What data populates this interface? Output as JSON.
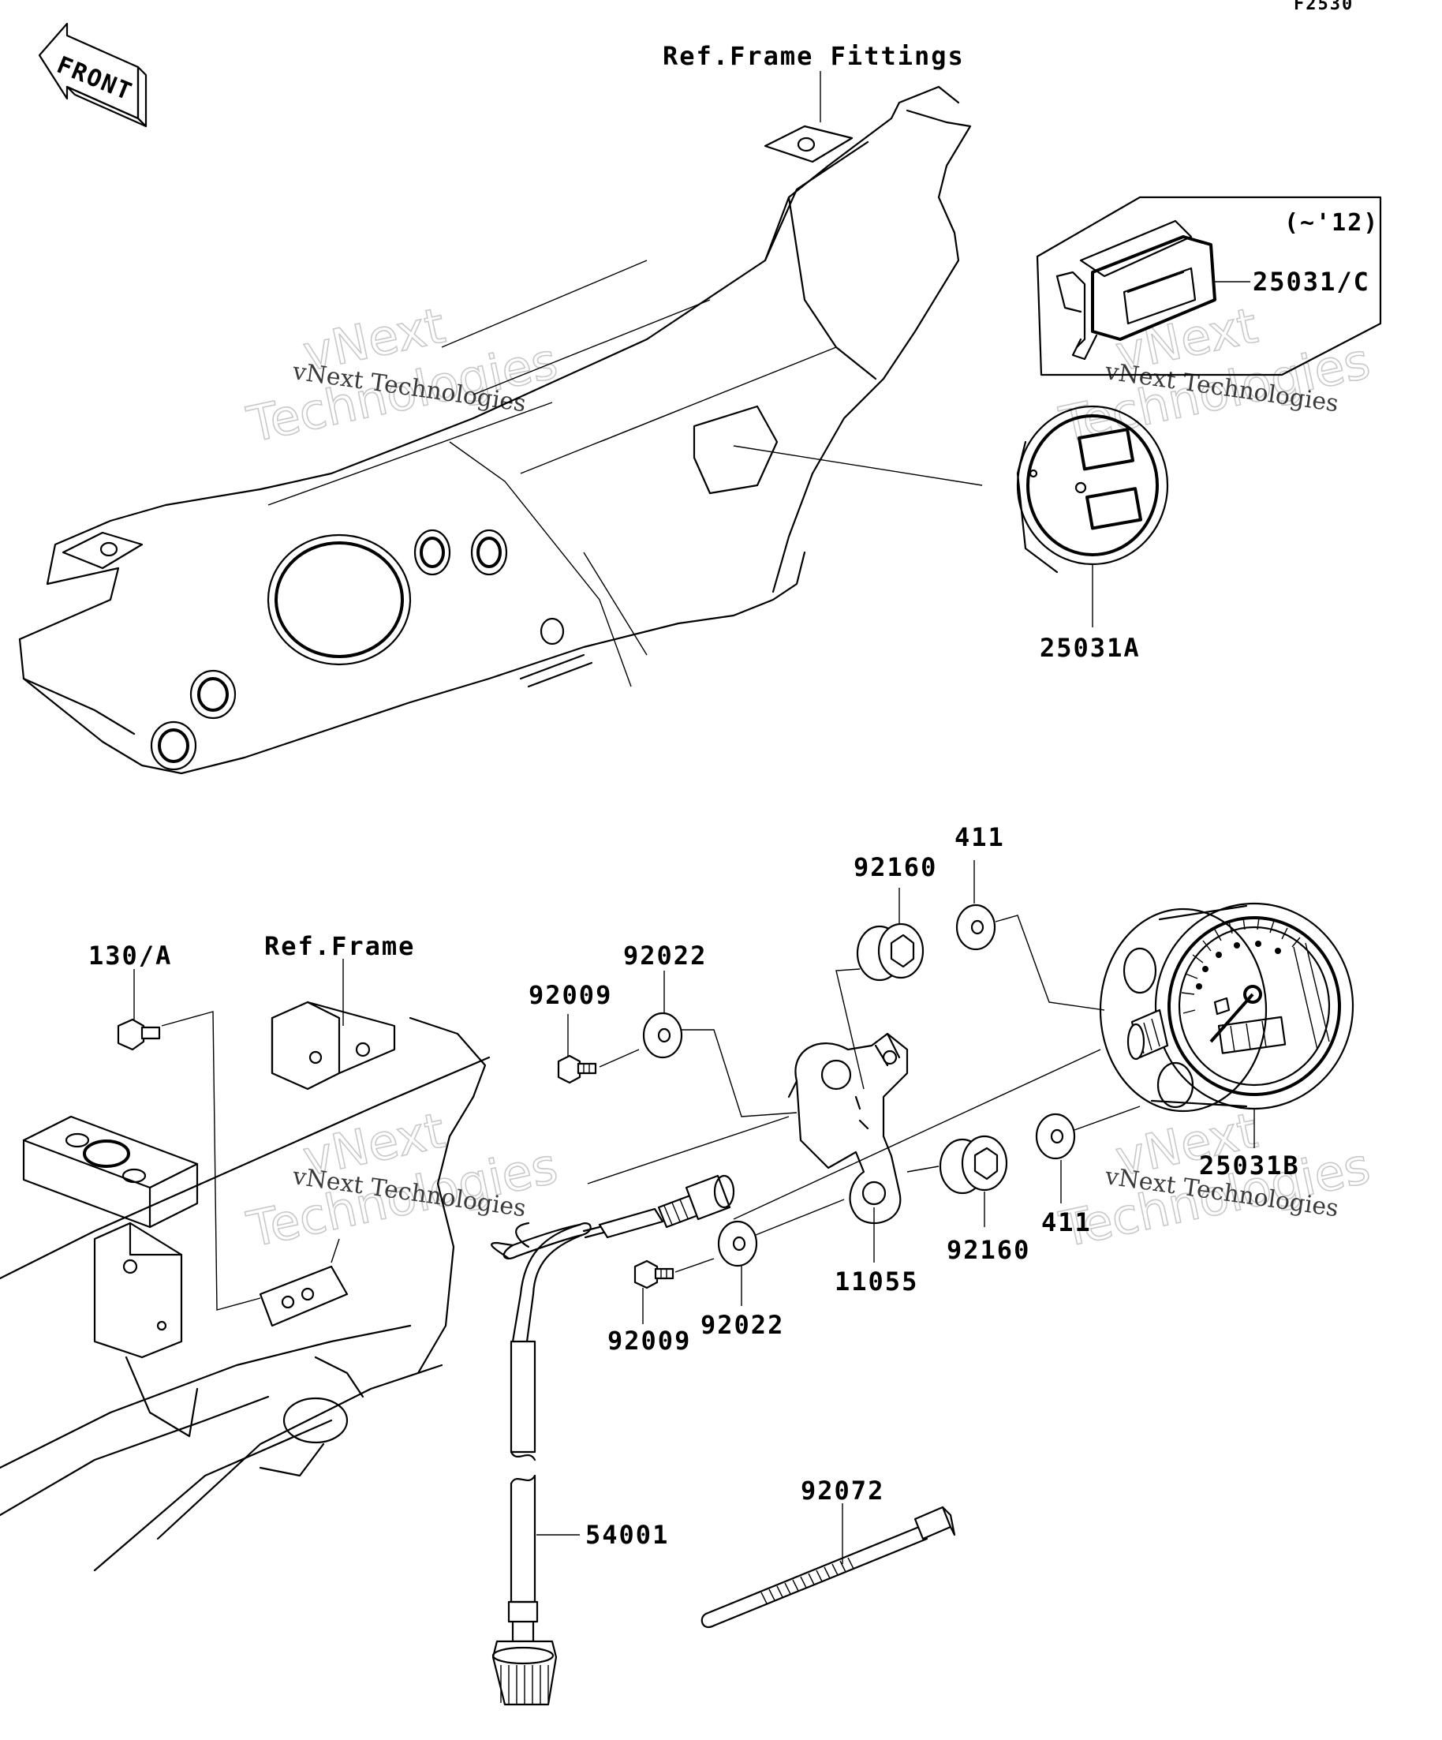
{
  "diagram_code": "F2530",
  "front_arrow_label": "FRONT",
  "references": {
    "frame_fittings": "Ref.Frame Fittings",
    "frame": "Ref.Frame"
  },
  "inset_note": "(~'12)",
  "parts": {
    "p25031c": "25031/C",
    "p25031a": "25031A",
    "p25031b": "25031B",
    "p411_top": "411",
    "p411_bottom": "411",
    "p92160_top": "92160",
    "p92160_bottom": "92160",
    "p92022_top": "92022",
    "p92022_bottom": "92022",
    "p92009_top": "92009",
    "p92009_bottom": "92009",
    "p130a": "130/A",
    "p11055": "11055",
    "p54001": "54001",
    "p92072": "92072"
  },
  "watermark": {
    "line1": "vNext",
    "line2": "Technologies",
    "small": "vNext Technologies"
  }
}
